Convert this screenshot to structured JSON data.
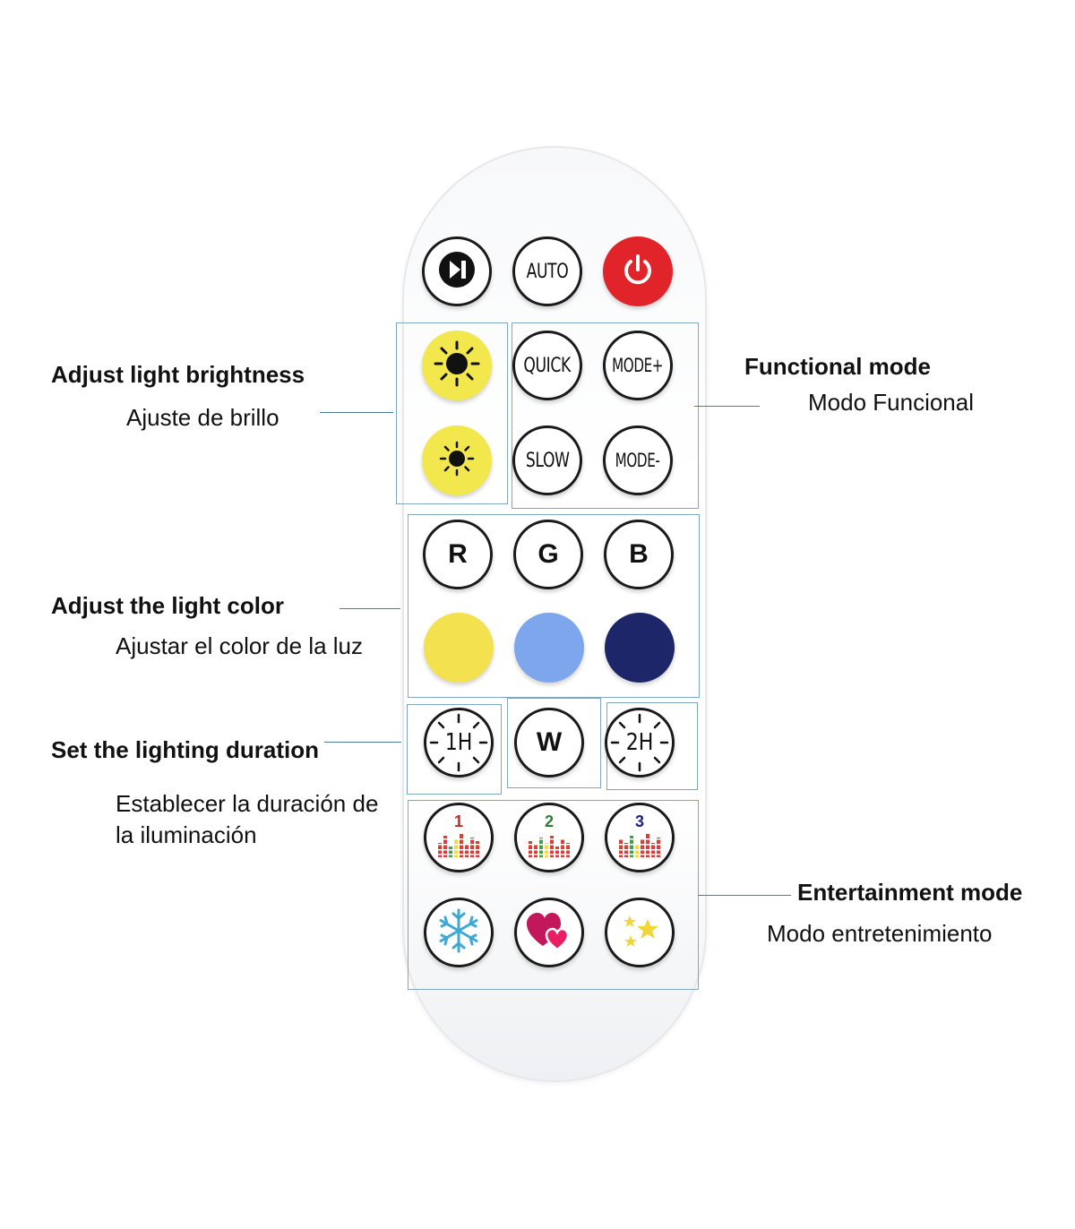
{
  "labels": {
    "brightness_en": "Adjust light brightness",
    "brightness_es": "Ajuste de brillo",
    "functional_en": "Functional mode",
    "functional_es": "Modo Funcional",
    "color_en": "Adjust the light color",
    "color_es": "Ajustar el color de la luz",
    "duration_en": "Set the lighting duration",
    "duration_es": "Establecer la duración de la iluminación",
    "entertainment_en": "Entertainment mode",
    "entertainment_es": "Modo entretenimiento"
  },
  "buttons": {
    "auto": "AUTO",
    "quick": "QUICK",
    "mode_plus": "MODE+",
    "slow": "SLOW",
    "mode_minus": "MODE-",
    "r": "R",
    "g": "G",
    "b": "B",
    "w": "W",
    "timer_1h": "1H",
    "timer_2h": "2H",
    "music_1": "1",
    "music_2": "2",
    "music_3": "3"
  },
  "icons": {
    "play_pause": "play-pause-icon",
    "power": "power-icon",
    "brightness_up": "sun-icon",
    "brightness_down": "sun-icon",
    "snowflake": "snowflake-icon",
    "heart": "heart-icon",
    "stars": "stars-icon"
  },
  "colors": {
    "power_red": "#e0242a",
    "sun_yellow": "#f2e84e",
    "swatch_yellow": "#f4e150",
    "swatch_light_blue": "#7ea6ec",
    "swatch_dark_blue": "#1c2668",
    "snowflake_blue": "#3fa8d4",
    "heart_magenta": "#c2185b",
    "stars_yellow": "#f0d63a",
    "leader_line": "#4d7e9c"
  }
}
